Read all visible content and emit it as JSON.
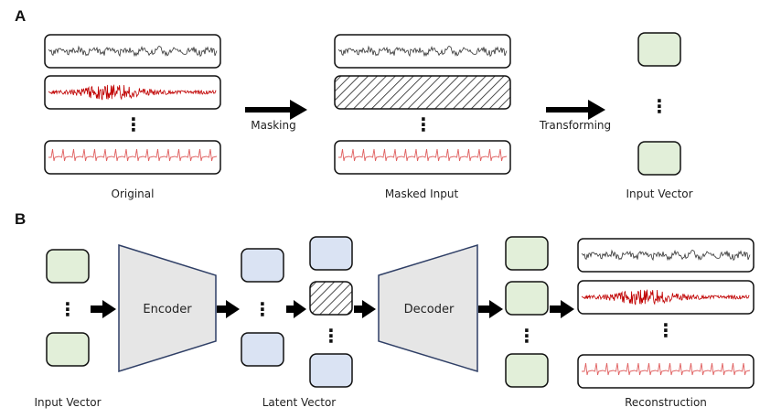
{
  "panel_a": {
    "label": "A",
    "steps": [
      {
        "caption": "Original"
      },
      {
        "arrow_label": "Masking"
      },
      {
        "caption": "Masked Input"
      },
      {
        "arrow_label": "Transforming"
      },
      {
        "caption": "Input Vector"
      }
    ],
    "signal_rows": [
      "eeg",
      "emg",
      "ecg"
    ],
    "masked_row": "emg"
  },
  "panel_b": {
    "label": "B",
    "encoder_label": "Encoder",
    "decoder_label": "Decoder",
    "captions": {
      "input": "Input Vector",
      "latent": "Latent Vector",
      "output": "Reconstruction"
    }
  },
  "colors": {
    "vector_green": "#e2efd9",
    "vector_blue": "#dae3f3",
    "trapezoid_fill": "#e6e6e6",
    "trapezoid_stroke": "#2f3f66",
    "eeg_trace": "#333333",
    "emg_trace": "#c00000",
    "ecg_trace": "#e06060",
    "arrow": "#000000"
  }
}
